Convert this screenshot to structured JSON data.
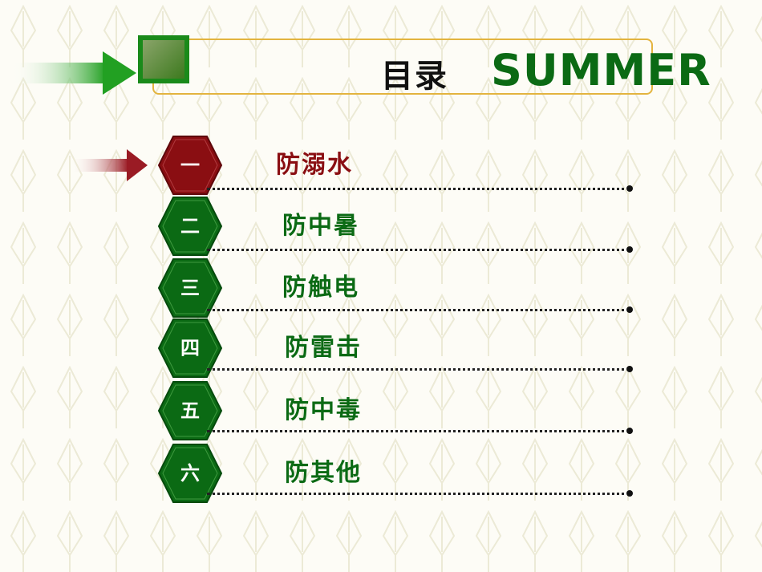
{
  "title": {
    "cn": "目录",
    "en": "SUMMER"
  },
  "colors": {
    "green": "#0b6a14",
    "dark_red": "#8a0e12",
    "gold": "#e3b43f"
  },
  "items": [
    {
      "num": "一",
      "label": "防溺水",
      "active": true
    },
    {
      "num": "二",
      "label": "防中暑",
      "active": false
    },
    {
      "num": "三",
      "label": "防触电",
      "active": false
    },
    {
      "num": "四",
      "label": "防雷击",
      "active": false
    },
    {
      "num": "五",
      "label": "防中毒",
      "active": false
    },
    {
      "num": "六",
      "label": "防其他",
      "active": false
    }
  ]
}
